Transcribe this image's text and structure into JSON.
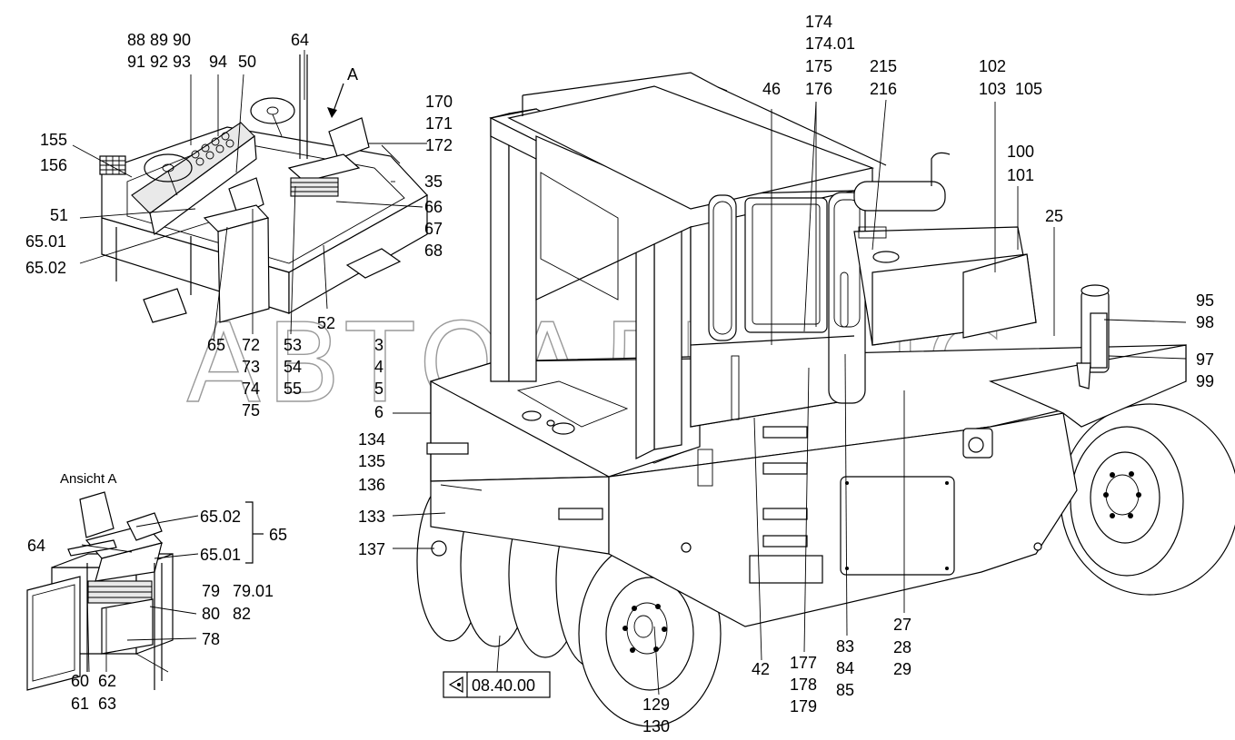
{
  "watermark": "АВТОАЛЬЯНС",
  "view_title": "Ansicht A",
  "view_arrow_letter": "A",
  "reference_box": {
    "icon": "eye-icon",
    "text": "08.40.00"
  },
  "labels": [
    {
      "id": "l88",
      "text": "88 89 90"
    },
    {
      "id": "l91",
      "text": "91 92 93"
    },
    {
      "id": "l94",
      "text": "94"
    },
    {
      "id": "l50",
      "text": "50"
    },
    {
      "id": "l64top",
      "text": "64"
    },
    {
      "id": "l155",
      "text": "155"
    },
    {
      "id": "l156",
      "text": "156"
    },
    {
      "id": "l51",
      "text": "51"
    },
    {
      "id": "l6501a",
      "text": "65.01"
    },
    {
      "id": "l6502a",
      "text": "65.02"
    },
    {
      "id": "l170",
      "text": "170"
    },
    {
      "id": "l171",
      "text": "171"
    },
    {
      "id": "l172",
      "text": "172"
    },
    {
      "id": "l35",
      "text": "35"
    },
    {
      "id": "l66",
      "text": "66"
    },
    {
      "id": "l67",
      "text": "67"
    },
    {
      "id": "l68",
      "text": "68"
    },
    {
      "id": "l52",
      "text": "52"
    },
    {
      "id": "l65a",
      "text": "65"
    },
    {
      "id": "l72",
      "text": "72"
    },
    {
      "id": "l73",
      "text": "73"
    },
    {
      "id": "l74",
      "text": "74"
    },
    {
      "id": "l75",
      "text": "75"
    },
    {
      "id": "l53",
      "text": "53"
    },
    {
      "id": "l54",
      "text": "54"
    },
    {
      "id": "l55",
      "text": "55"
    },
    {
      "id": "l3",
      "text": "3"
    },
    {
      "id": "l4",
      "text": "4"
    },
    {
      "id": "l5",
      "text": "5"
    },
    {
      "id": "l6",
      "text": "6"
    },
    {
      "id": "l134",
      "text": "134"
    },
    {
      "id": "l135",
      "text": "135"
    },
    {
      "id": "l136",
      "text": "136"
    },
    {
      "id": "l133",
      "text": "133"
    },
    {
      "id": "l137",
      "text": "137"
    },
    {
      "id": "l6502b",
      "text": "65.02"
    },
    {
      "id": "l6501b",
      "text": "65.01"
    },
    {
      "id": "l65b",
      "text": "65"
    },
    {
      "id": "l64b",
      "text": "64"
    },
    {
      "id": "l79",
      "text": "79"
    },
    {
      "id": "l7901",
      "text": "79.01"
    },
    {
      "id": "l80",
      "text": "80"
    },
    {
      "id": "l82",
      "text": "82"
    },
    {
      "id": "l78",
      "text": "78"
    },
    {
      "id": "l60",
      "text": "60"
    },
    {
      "id": "l62",
      "text": "62"
    },
    {
      "id": "l61",
      "text": "61"
    },
    {
      "id": "l63",
      "text": "63"
    },
    {
      "id": "l174",
      "text": "174"
    },
    {
      "id": "l17401",
      "text": "174.01"
    },
    {
      "id": "l175",
      "text": "175"
    },
    {
      "id": "l176",
      "text": "176"
    },
    {
      "id": "l215",
      "text": "215"
    },
    {
      "id": "l216",
      "text": "216"
    },
    {
      "id": "l46",
      "text": "46"
    },
    {
      "id": "l102",
      "text": "102"
    },
    {
      "id": "l103",
      "text": "103"
    },
    {
      "id": "l105",
      "text": "105"
    },
    {
      "id": "l100",
      "text": "100"
    },
    {
      "id": "l101",
      "text": "101"
    },
    {
      "id": "l25",
      "text": "25"
    },
    {
      "id": "l95",
      "text": "95"
    },
    {
      "id": "l98",
      "text": "98"
    },
    {
      "id": "l97",
      "text": "97"
    },
    {
      "id": "l99",
      "text": "99"
    },
    {
      "id": "l27",
      "text": "27"
    },
    {
      "id": "l28",
      "text": "28"
    },
    {
      "id": "l29",
      "text": "29"
    },
    {
      "id": "l83",
      "text": "83"
    },
    {
      "id": "l84",
      "text": "84"
    },
    {
      "id": "l85",
      "text": "85"
    },
    {
      "id": "l177",
      "text": "177"
    },
    {
      "id": "l178",
      "text": "178"
    },
    {
      "id": "l179",
      "text": "179"
    },
    {
      "id": "l42",
      "text": "42"
    },
    {
      "id": "l129",
      "text": "129"
    },
    {
      "id": "l130",
      "text": "130"
    }
  ]
}
